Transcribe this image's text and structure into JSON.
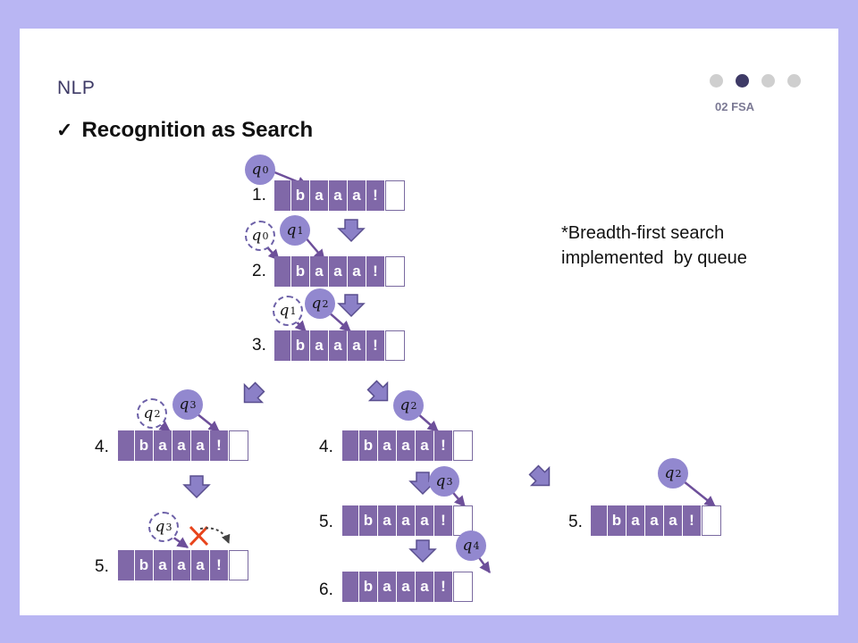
{
  "header": {
    "title": "NLP",
    "section": "02 FSA",
    "active_dot": 1,
    "dot_count": 4
  },
  "slide_title": "Recognition as Search",
  "note": "*Breadth-first search\nimplemented  by queue",
  "tape_symbols": [
    "b",
    "a",
    "a",
    "a",
    "!"
  ],
  "steps": [
    {
      "label": "1.",
      "states": [
        {
          "name": "q",
          "sub": "0",
          "dashed": false
        }
      ]
    },
    {
      "label": "2.",
      "states": [
        {
          "name": "q",
          "sub": "0",
          "dashed": true
        },
        {
          "name": "q",
          "sub": "1",
          "dashed": false
        }
      ]
    },
    {
      "label": "3.",
      "states": [
        {
          "name": "q",
          "sub": "1",
          "dashed": true
        },
        {
          "name": "q",
          "sub": "2",
          "dashed": false
        }
      ]
    },
    {
      "label": "4.",
      "states": [
        {
          "name": "q",
          "sub": "2",
          "dashed": true
        },
        {
          "name": "q",
          "sub": "3",
          "dashed": false
        }
      ]
    },
    {
      "label": "5.",
      "states": [
        {
          "name": "q",
          "sub": "3",
          "dashed": true
        }
      ]
    },
    {
      "label": "4.",
      "states": [
        {
          "name": "q",
          "sub": "2",
          "dashed": false
        }
      ]
    },
    {
      "label": "5.",
      "states": [
        {
          "name": "q",
          "sub": "3",
          "dashed": false
        }
      ]
    },
    {
      "label": "6.",
      "states": [
        {
          "name": "q",
          "sub": "4",
          "dashed": false
        }
      ]
    },
    {
      "label": "5.",
      "states": [
        {
          "name": "q",
          "sub": "2",
          "dashed": false
        }
      ]
    }
  ],
  "colors": {
    "background": "#b9b6f3",
    "tape_cell": "#8068a8",
    "state_fill": "#9288cf",
    "arrow": "#6d4f9a",
    "flow_arrow": "#8b80c7",
    "reject": "#e8441c"
  }
}
